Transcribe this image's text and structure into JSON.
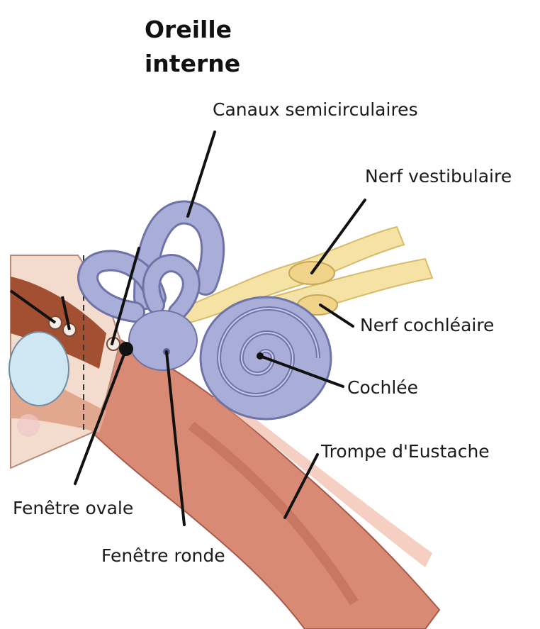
{
  "title": {
    "line1": "Oreille",
    "line2": "interne"
  },
  "labels": {
    "canaux": "Canaux semicirculaires",
    "nerf_vestibulaire": "Nerf vestibulaire",
    "nerf_cochleaire": "Nerf cochléaire",
    "cochlee": "Cochlée",
    "trompe": "Trompe d'Eustache",
    "fenetre_ovale": "Fenêtre ovale",
    "fenetre_ronde": "Fenêtre ronde"
  },
  "colors": {
    "labyrinth": "#a9aed8",
    "labyrinth_dark": "#6f73a8",
    "nerve": "#f5e3a6",
    "tube": "#d98a74",
    "tube_light": "#f1c3b3",
    "bone": "#f3dccd",
    "leader": "#111111"
  }
}
